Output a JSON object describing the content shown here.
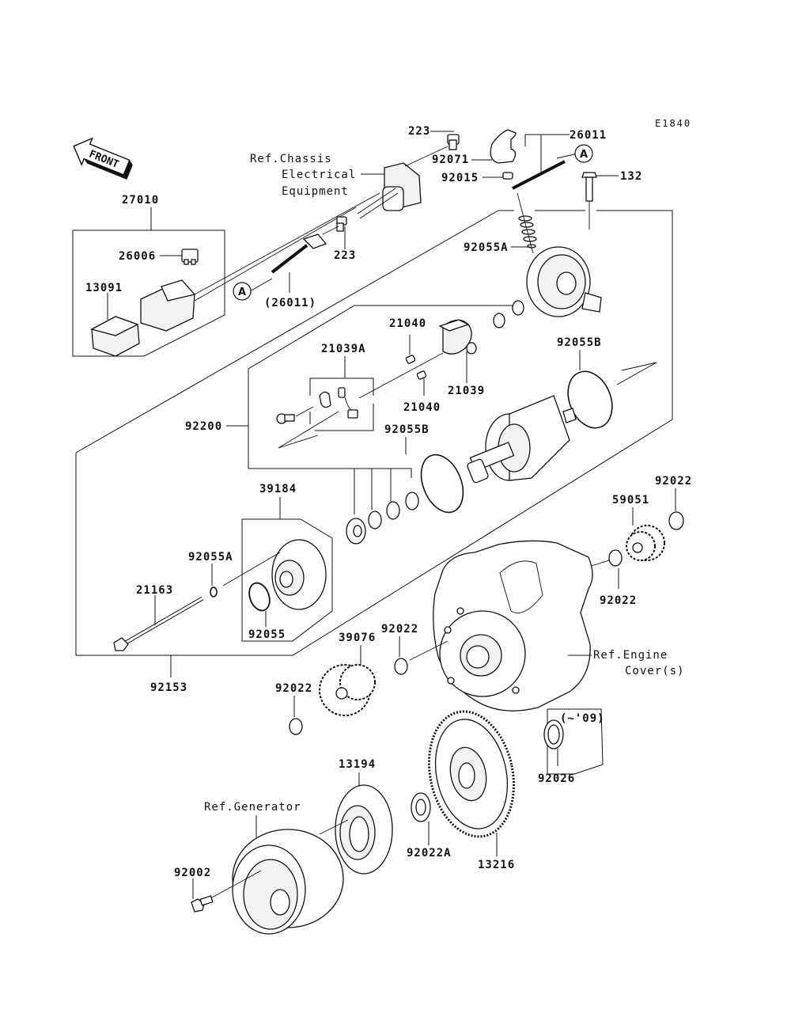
{
  "diagram": {
    "title": "Starter Motor",
    "code": "E1840",
    "front_indicator": "FRONT",
    "callout_marker": "A",
    "references": {
      "chassis_line1": "Ref.Chassis",
      "chassis_line2": "Electrical",
      "chassis_line3": "Equipment",
      "engine_line1": "Ref.Engine",
      "engine_line2": "Cover(s)",
      "generator": "Ref.Generator"
    },
    "notes": {
      "year_range": "(~'09)"
    },
    "parts": [
      {
        "id": "223_top",
        "label": "223"
      },
      {
        "id": "26011",
        "label": "26011"
      },
      {
        "id": "92071",
        "label": "92071"
      },
      {
        "id": "92015",
        "label": "92015"
      },
      {
        "id": "132",
        "label": "132"
      },
      {
        "id": "27010",
        "label": "27010"
      },
      {
        "id": "26006",
        "label": "26006"
      },
      {
        "id": "13091",
        "label": "13091"
      },
      {
        "id": "223_mid",
        "label": "223"
      },
      {
        "id": "26011_paren",
        "label": "(26011)"
      },
      {
        "id": "92055A_top",
        "label": "92055A"
      },
      {
        "id": "21040_top",
        "label": "21040"
      },
      {
        "id": "21039A",
        "label": "21039A"
      },
      {
        "id": "21039",
        "label": "21039"
      },
      {
        "id": "21040_bot",
        "label": "21040"
      },
      {
        "id": "92055B_right",
        "label": "92055B"
      },
      {
        "id": "92200",
        "label": "92200"
      },
      {
        "id": "92055B_mid",
        "label": "92055B"
      },
      {
        "id": "39184",
        "label": "39184"
      },
      {
        "id": "92055A_left",
        "label": "92055A"
      },
      {
        "id": "92153",
        "label": "92153"
      },
      {
        "id": "92055",
        "label": "92055"
      },
      {
        "id": "21163",
        "label": "21163"
      },
      {
        "id": "92022_r1",
        "label": "92022"
      },
      {
        "id": "59051",
        "label": "59051"
      },
      {
        "id": "92022_r2",
        "label": "92022"
      },
      {
        "id": "92022_c",
        "label": "92022"
      },
      {
        "id": "39076",
        "label": "39076"
      },
      {
        "id": "92022_l",
        "label": "92022"
      },
      {
        "id": "92026",
        "label": "92026"
      },
      {
        "id": "13194",
        "label": "13194"
      },
      {
        "id": "92022A",
        "label": "92022A"
      },
      {
        "id": "13216",
        "label": "13216"
      },
      {
        "id": "92002",
        "label": "92002"
      }
    ]
  }
}
